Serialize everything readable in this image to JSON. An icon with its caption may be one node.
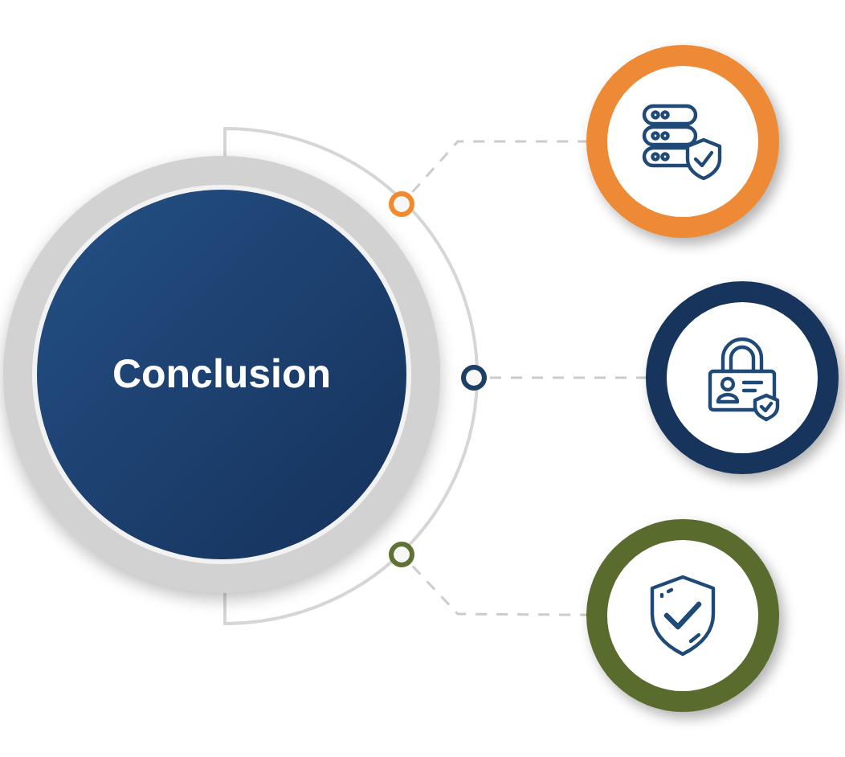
{
  "diagram": {
    "nodes": [
      {
        "text": [
          "Conclusion"
        ]
      },
      {
        "text": [],
        "shape": "circle"
      },
      {
        "text": [],
        "shape": "circle"
      },
      {
        "text": [],
        "shape": "circle"
      },
      {
        "text": [],
        "shape": "circle"
      },
      {
        "text": [],
        "shape": "circle"
      },
      {
        "text": [],
        "shape": "circle"
      }
    ],
    "edges": [
      {
        "from": 1,
        "to": 4,
        "arrow": "none",
        "style": "dashed"
      },
      {
        "from": 2,
        "to": 5,
        "arrow": "none",
        "style": "dashed"
      },
      {
        "from": 3,
        "to": 6,
        "arrow": "none",
        "style": "dashed"
      }
    ]
  }
}
